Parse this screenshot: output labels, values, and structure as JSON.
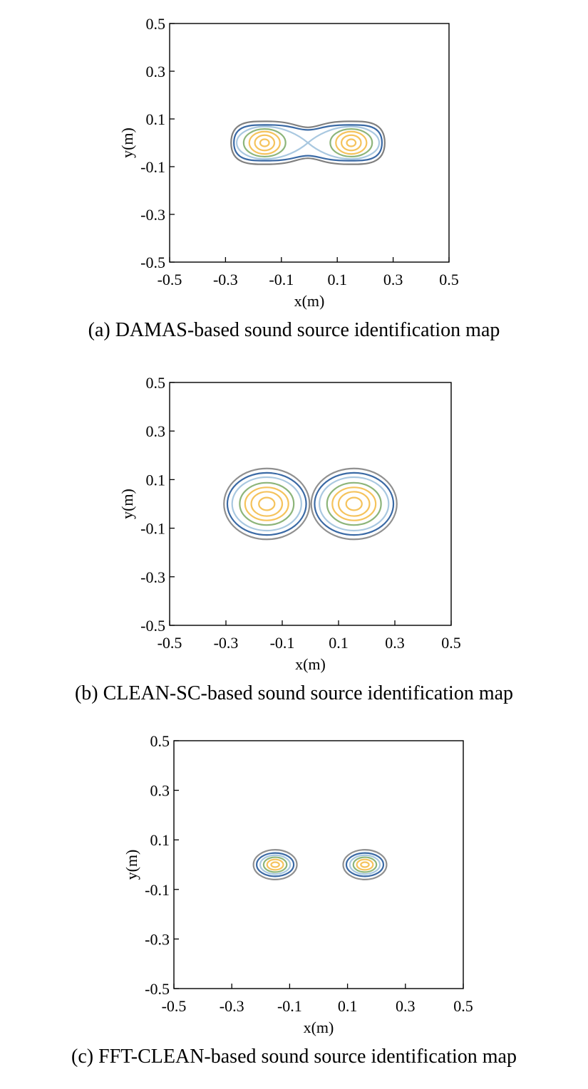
{
  "chart_data": [
    {
      "type": "contour",
      "caption": "(a) DAMAS-based sound source identification map",
      "xlabel": "x(m)",
      "ylabel": "y(m)",
      "xlim": [
        -0.5,
        0.5
      ],
      "ylim": [
        -0.5,
        0.5
      ],
      "xticks": [
        "-0.5",
        "-0.3",
        "-0.1",
        "0.1",
        "0.3",
        "0.5"
      ],
      "yticks": [
        "0.5",
        "0.3",
        "0.1",
        "-0.1",
        "-0.3",
        "-0.5"
      ],
      "sources": [
        {
          "x": -0.16,
          "y": 0.0
        },
        {
          "x": 0.15,
          "y": 0.0
        }
      ],
      "shape": "merged",
      "contour_levels": [
        {
          "color": "#808080",
          "rx": 0.12,
          "ry": 0.09
        },
        {
          "color": "#3b6aa5",
          "rx": 0.11,
          "ry": 0.075
        },
        {
          "color": "#a9c8e0",
          "rx": 0.1,
          "ry": 0.068
        },
        {
          "color": "#8db57a",
          "rx": 0.075,
          "ry": 0.058
        },
        {
          "color": "#f5c35c",
          "rx": 0.055,
          "ry": 0.047
        },
        {
          "color": "#f5c35c",
          "rx": 0.035,
          "ry": 0.032
        },
        {
          "color": "#f5c35c",
          "rx": 0.016,
          "ry": 0.015
        }
      ]
    },
    {
      "type": "contour",
      "caption": "(b) CLEAN-SC-based sound source identification map",
      "xlabel": "x(m)",
      "ylabel": "y(m)",
      "xlim": [
        -0.5,
        0.5
      ],
      "ylim": [
        -0.5,
        0.5
      ],
      "xticks": [
        "-0.5",
        "-0.3",
        "-0.1",
        "0.1",
        "0.3",
        "0.5"
      ],
      "yticks": [
        "0.5",
        "0.3",
        "0.1",
        "-0.1",
        "-0.3",
        "-0.5"
      ],
      "sources": [
        {
          "x": -0.155,
          "y": 0.0
        },
        {
          "x": 0.155,
          "y": 0.0
        }
      ],
      "shape": "separate",
      "contour_levels": [
        {
          "color": "#909090",
          "rx": 0.152,
          "ry": 0.146
        },
        {
          "color": "#3b6aa5",
          "rx": 0.14,
          "ry": 0.128
        },
        {
          "color": "#a9c8e0",
          "rx": 0.123,
          "ry": 0.11
        },
        {
          "color": "#8db57a",
          "rx": 0.096,
          "ry": 0.087
        },
        {
          "color": "#f5c35c",
          "rx": 0.077,
          "ry": 0.068
        },
        {
          "color": "#f5c35c",
          "rx": 0.055,
          "ry": 0.05
        },
        {
          "color": "#f5c35c",
          "rx": 0.028,
          "ry": 0.026
        }
      ]
    },
    {
      "type": "contour",
      "caption": "(c) FFT-CLEAN-based sound source identification map",
      "xlabel": "x(m)",
      "ylabel": "y(m)",
      "xlim": [
        -0.5,
        0.5
      ],
      "ylim": [
        -0.5,
        0.5
      ],
      "xticks": [
        "-0.5",
        "-0.3",
        "-0.1",
        "0.1",
        "0.3",
        "0.5"
      ],
      "yticks": [
        "0.5",
        "0.3",
        "0.1",
        "-0.1",
        "-0.3",
        "-0.5"
      ],
      "sources": [
        {
          "x": -0.15,
          "y": 0.0
        },
        {
          "x": 0.16,
          "y": 0.0
        }
      ],
      "shape": "separate",
      "contour_levels": [
        {
          "color": "#909090",
          "rx": 0.075,
          "ry": 0.06
        },
        {
          "color": "#3b6aa5",
          "rx": 0.064,
          "ry": 0.047
        },
        {
          "color": "#a9c8e0",
          "rx": 0.052,
          "ry": 0.038
        },
        {
          "color": "#8db57a",
          "rx": 0.04,
          "ry": 0.03
        },
        {
          "color": "#f5c35c",
          "rx": 0.028,
          "ry": 0.021
        },
        {
          "color": "#f5c35c",
          "rx": 0.014,
          "ry": 0.01
        }
      ]
    }
  ]
}
